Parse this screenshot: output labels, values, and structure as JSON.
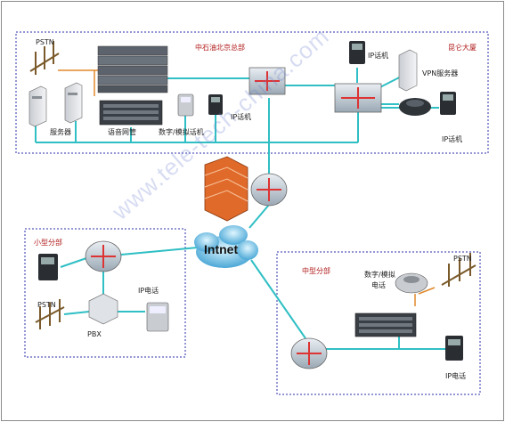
{
  "regions": {
    "hq": {
      "title": "中石油北京总部"
    },
    "kunlun": {
      "title": "昆仑大厦"
    },
    "small": {
      "title": "小型分部"
    },
    "medium": {
      "title": "中型分部"
    }
  },
  "labels": {
    "pstn_hq": "PSTN",
    "servers": "服务器",
    "voice_gw": "语音网管",
    "digital_analog_hq": "数字/模拟话机",
    "ip_phone_hq": "IP话机",
    "ip_phone_kunlun_top": "IP话机",
    "vpn_server": "VPN服务器",
    "ip_phone_kunlun_bottom": "IP话机",
    "internet": "Intnet",
    "pstn_small": "PSTN",
    "pbx": "PBX",
    "ip_phone_small": "IP电话",
    "digital_analog_medium_1": "数字/模拟",
    "digital_analog_medium_2": "电话",
    "pstn_medium": "PSTN",
    "ip_phone_medium": "IP电话"
  },
  "watermark": "www.tele-tech-china.com",
  "colors": {
    "link": "#2fbfc4",
    "region_border": "#2a2fa8",
    "region_title": "#b01a1a",
    "firewall": "#e06a2a"
  }
}
